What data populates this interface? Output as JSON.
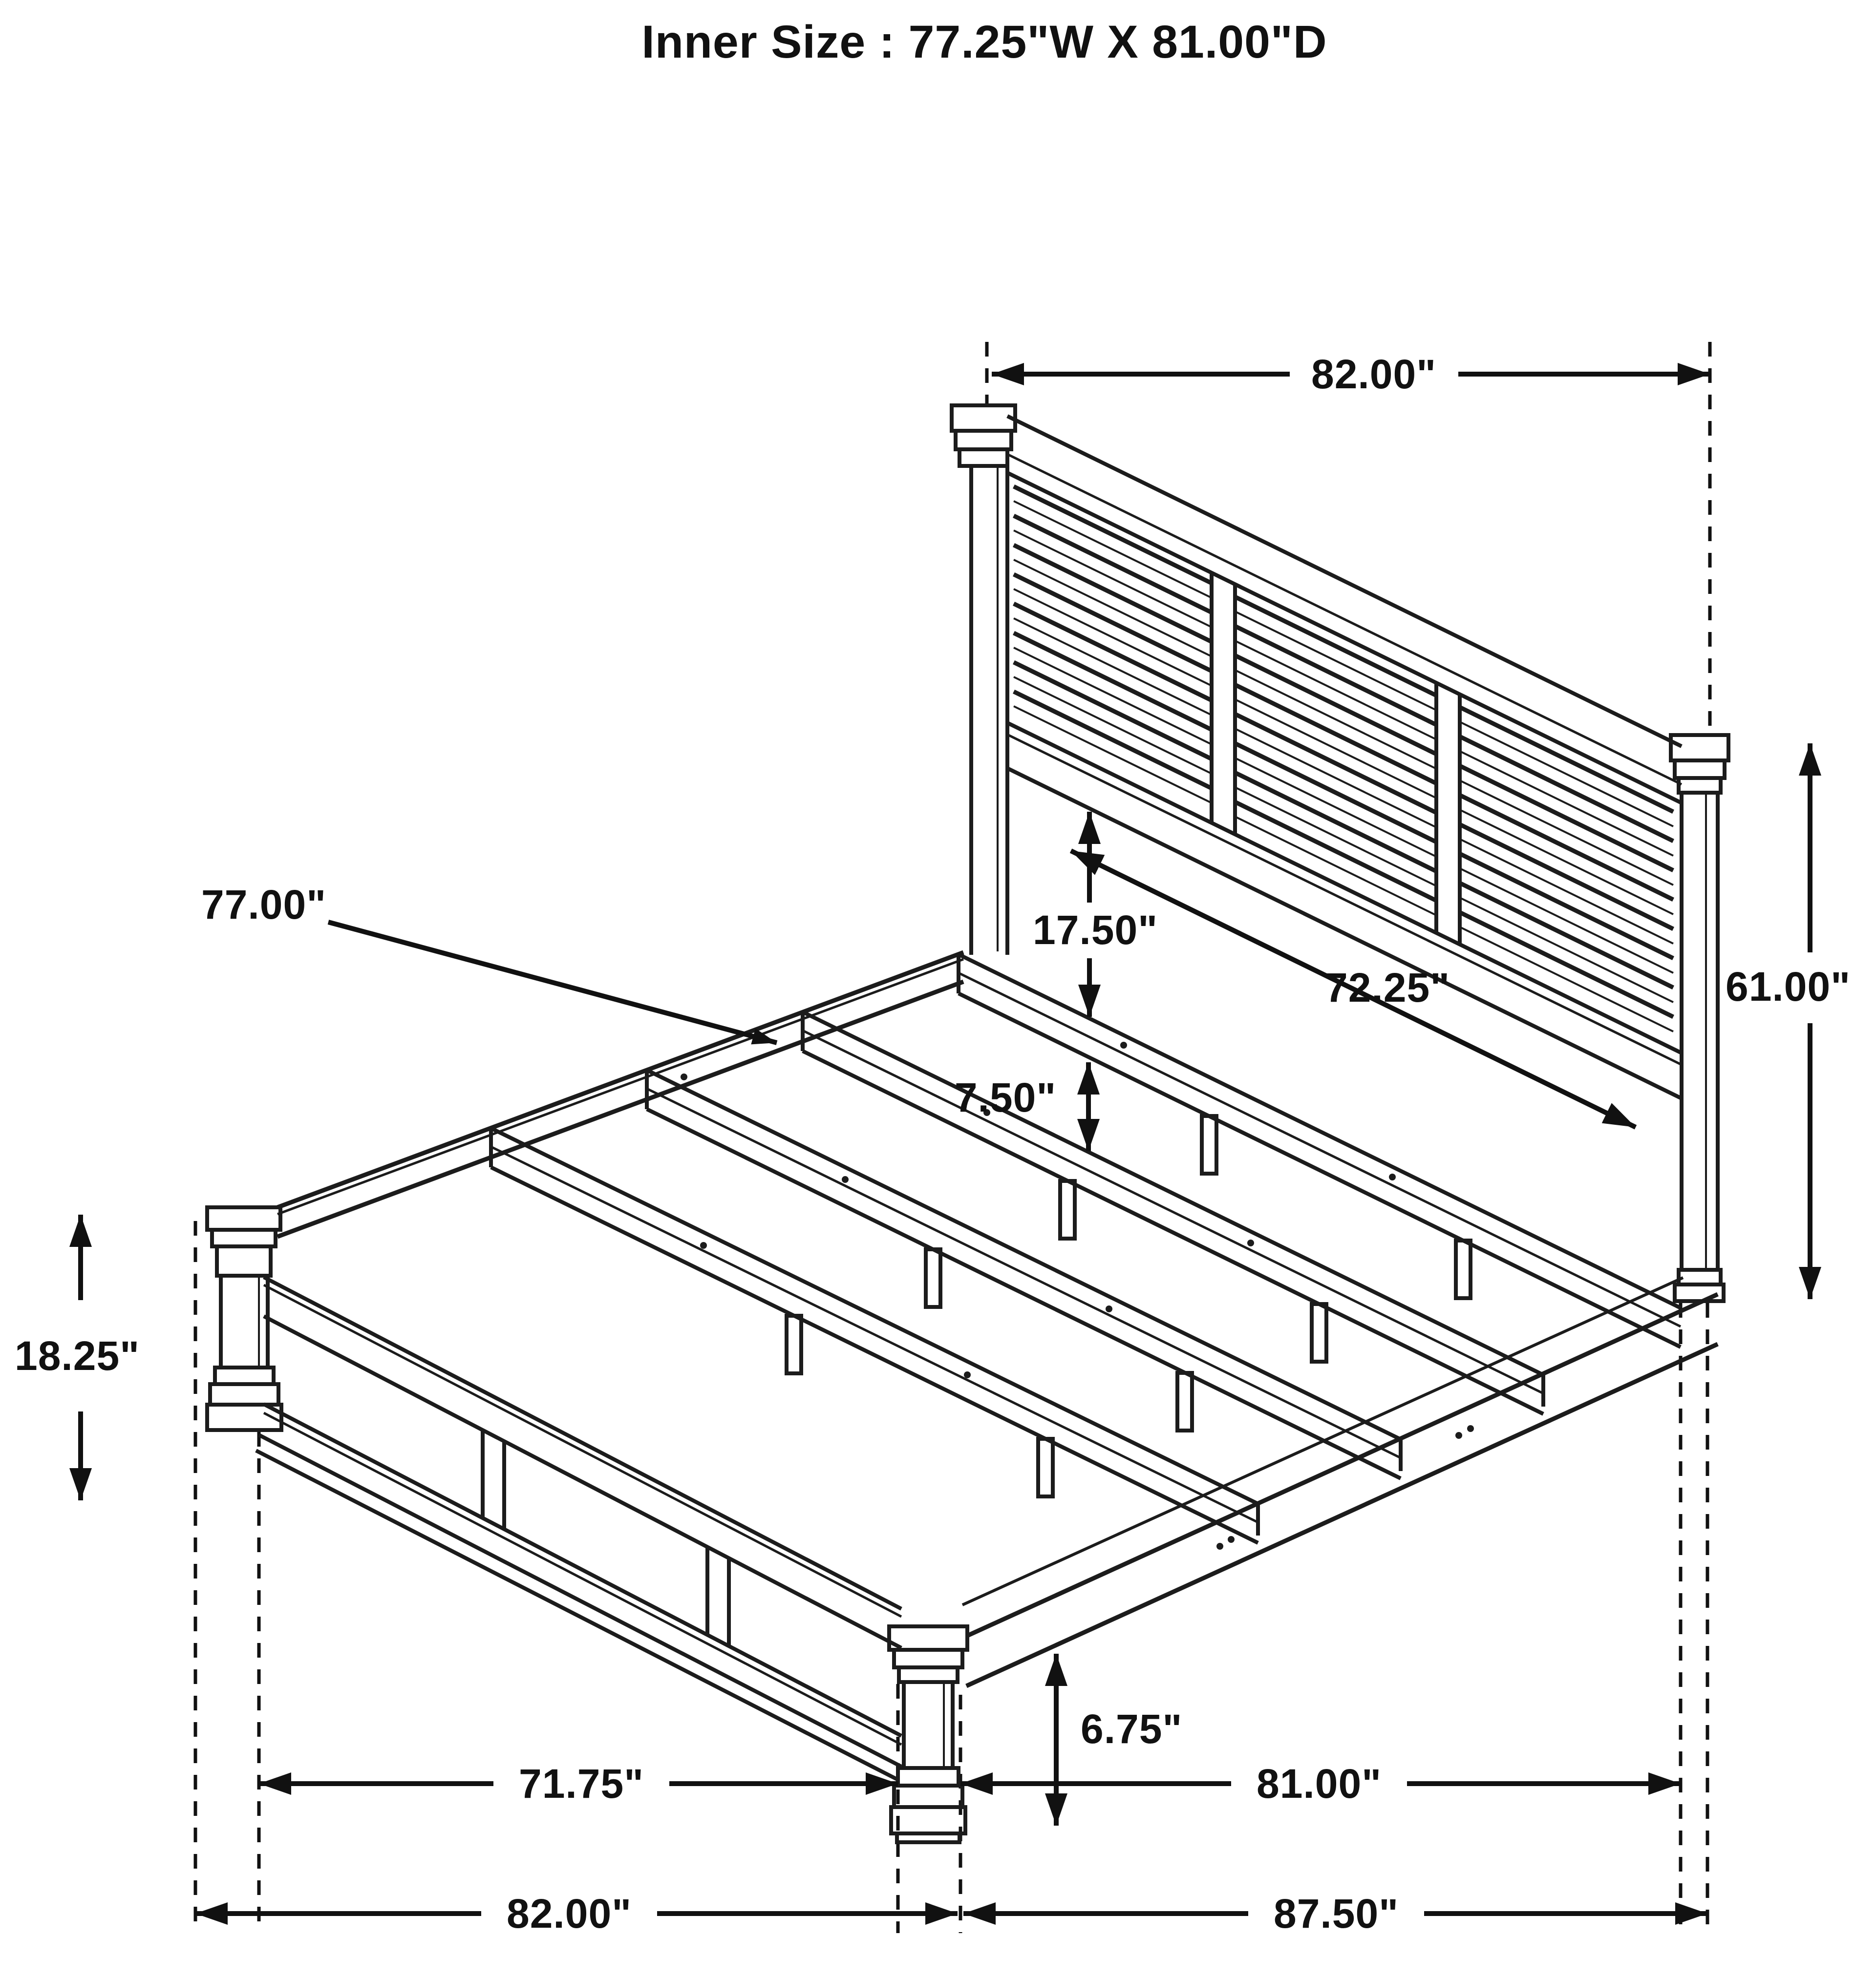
{
  "title": "Inner Size : 77.25\"W X 81.00\"D",
  "diagram_type": "bed-frame-dimension-drawing",
  "dims": {
    "top_width": "82.00\"",
    "slat_length": "77.00\"",
    "headboard_panel_to_slat": "17.50\"",
    "headboard_inner_width": "72.25\"",
    "slat_spacing": "7.50\"",
    "headboard_height": "61.00\"",
    "footboard_height": "18.25\"",
    "rail_floor_clearance": "6.75\"",
    "footboard_inner_width": "71.75\"",
    "side_inner_depth": "81.00\"",
    "footboard_outer_width": "82.00\"",
    "overall_depth": "87.50\""
  }
}
